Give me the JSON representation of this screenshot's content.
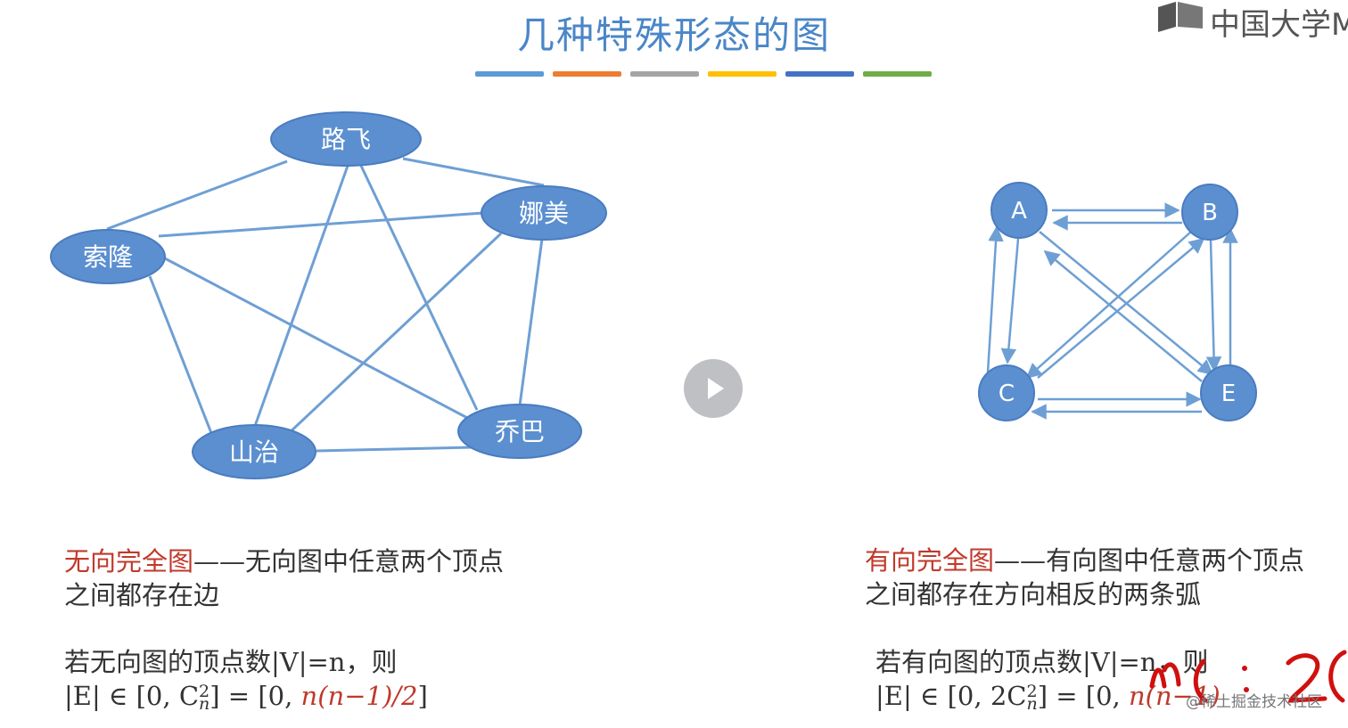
{
  "slide": {
    "title": "几种特殊形态的图",
    "color_bars": [
      "#5b9bd5",
      "#ed7d31",
      "#a5a5a5",
      "#ffc000",
      "#4472c4",
      "#70ad47"
    ]
  },
  "logo": {
    "text": "中国大学M"
  },
  "undirected_graph": {
    "node_color": "#5b8fd0",
    "edge_color": "#6e9fd4",
    "nodes": [
      "路飞",
      "娜美",
      "索隆",
      "山治",
      "乔巴"
    ]
  },
  "directed_graph": {
    "node_color": "#5b8fd0",
    "edge_color": "#6e9fd4",
    "nodes": [
      "A",
      "B",
      "C",
      "E"
    ]
  },
  "left_text": {
    "term": "无向完全图",
    "dash": "——",
    "line1_rest": "无向图中任意两个顶点",
    "line2": "之间都存在边",
    "line3": "若无向图的顶点数|V|=n，则",
    "formula_prefix": "|E| ∈ [0, C",
    "formula_sup": "2",
    "formula_sub": "n",
    "formula_mid": "] = [0, ",
    "formula_red": "n(n−1)/2",
    "formula_suffix": "]"
  },
  "right_text": {
    "term": "有向完全图",
    "dash": "——",
    "line1_rest": "有向图中任意两个顶点",
    "line2": "之间都存在方向相反的两条弧",
    "line3": "若有向图的顶点数|V|=n，则",
    "formula_prefix": "|E| ∈ [0, 2C",
    "formula_sup": "2",
    "formula_sub": "n",
    "formula_mid": "] = [0, ",
    "formula_red": "n(n−1)",
    "formula_suffix": ""
  },
  "handwriting": {
    "text": "n(  2(",
    "color": "#d01010"
  },
  "player": {
    "play_icon": "play-icon"
  },
  "watermark": {
    "text": "@稀土掘金技术社区"
  }
}
